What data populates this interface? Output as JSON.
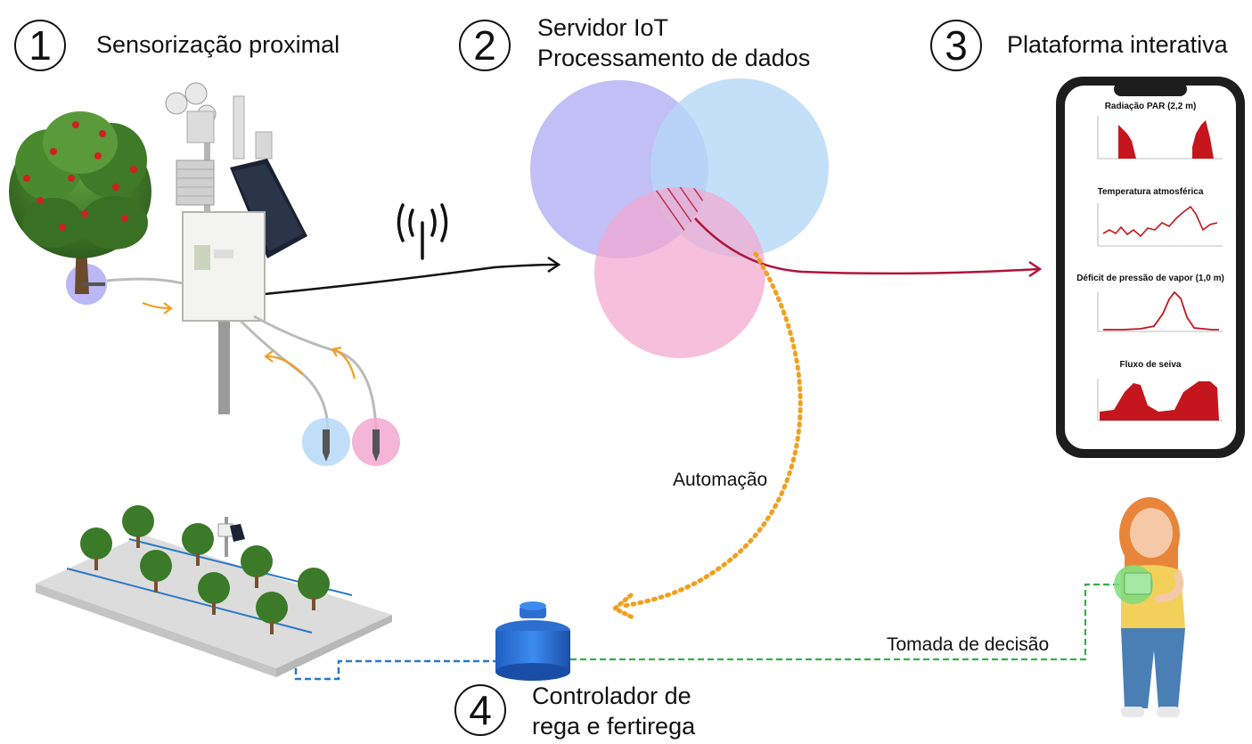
{
  "steps": [
    {
      "num": "1",
      "title": "Sensorização proximal"
    },
    {
      "num": "2",
      "title_line1": "Servidor IoT",
      "title_line2": "Processamento de dados"
    },
    {
      "num": "3",
      "title": "Plataforma interativa"
    },
    {
      "num": "4",
      "title_line1": "Controlador de",
      "title_line2": "rega e fertirega"
    }
  ],
  "labels": {
    "automation": "Automação",
    "decision": "Tomada de decisão"
  },
  "phone": {
    "charts": [
      {
        "title": "Radiação PAR (2,2 m)"
      },
      {
        "title": "Temperatura atmosférica"
      },
      {
        "title": "Déficit de pressão de vapor (1,0 m)"
      },
      {
        "title": "Fluxo de seiva"
      }
    ]
  },
  "colors": {
    "venn_purple": "#a9a6f2",
    "venn_blue": "#b5d8f7",
    "venn_pink": "#f2a8cf",
    "hatch": "#c0264a",
    "data_arrow": "#b0153a",
    "automation": "#f0a020",
    "decision": "#35b04a",
    "irrigation": "#2a78c8",
    "feedback_arrow": "#f0a020"
  }
}
